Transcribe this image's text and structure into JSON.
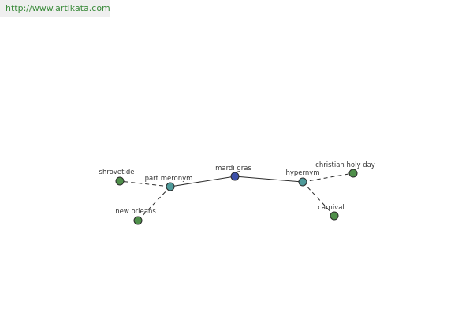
{
  "watermark": "http://www.artikata.com",
  "colors": {
    "root": "#3b4fa8",
    "relation": "#4e9a9a",
    "term": "#4f8f4a",
    "stroke": "#2a2a2a"
  },
  "nodes": {
    "root": "mardi gras",
    "rel_meronym": "part meronym",
    "rel_hypernym": "hypernym",
    "shrovetide": "shrovetide",
    "new_orleans": "new orleans",
    "christian_holy_day": "christian holy day",
    "carnival": "carnival"
  }
}
